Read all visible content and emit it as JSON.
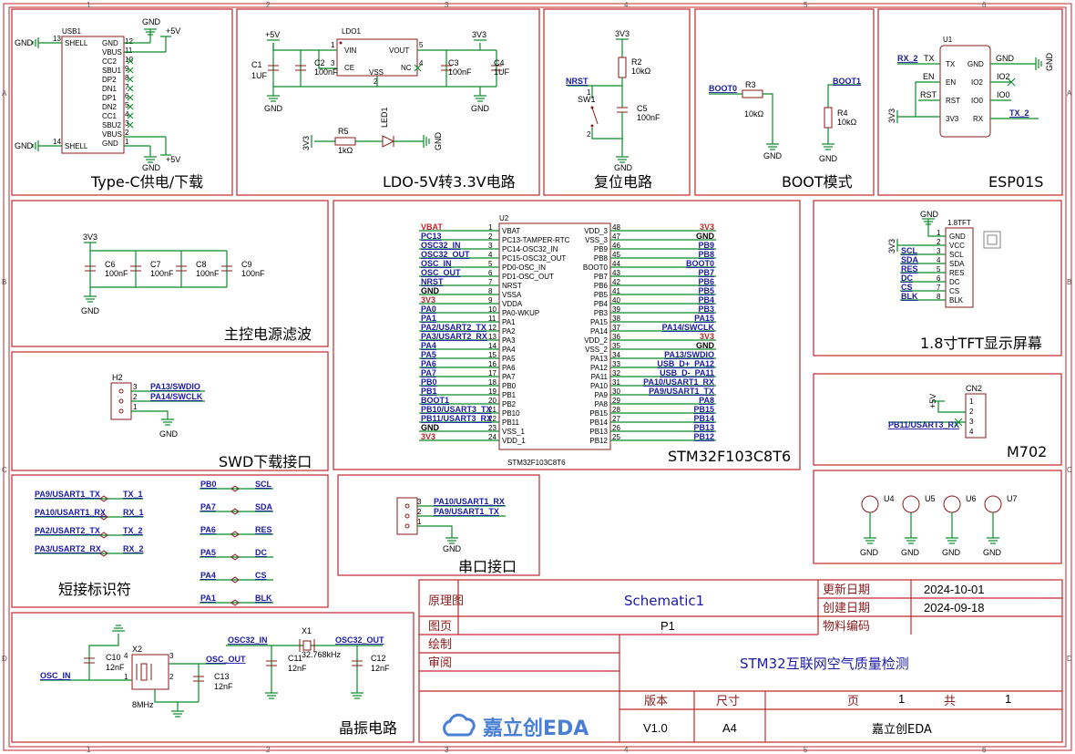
{
  "sheet": {
    "col_labels": [
      "1",
      "2",
      "3",
      "4",
      "5",
      "6"
    ],
    "row_labels": [
      "A",
      "B",
      "C",
      "D"
    ]
  },
  "blocks": {
    "typec": "Type-C供电/下载",
    "ldo": "LDO-5V转3.3V电路",
    "reset": "复位电路",
    "boot": "BOOT模式",
    "esp": "ESP01S",
    "filter": "主控电源滤波",
    "mcu": "STM32F103C8T6",
    "tft": "1.8寸TFT显示屏幕",
    "swd": "SWD下载接口",
    "m702": "M702",
    "shortcut": "短接标识符",
    "uart": "串口接口",
    "crystal": "晶振电路"
  },
  "typec": {
    "ref": "USB1",
    "left_pins": [
      "SHELL",
      "VBUS",
      "CC2",
      "SBU1",
      "DP2",
      "DN1",
      "DP1",
      "DN2",
      "CC1",
      "SBU2",
      "VBUS",
      "SHELL",
      "GND",
      "GND"
    ],
    "pin_nums": [
      "13",
      "12",
      "11",
      "10",
      "9",
      "8",
      "7",
      "6",
      "5",
      "4",
      "3",
      "2",
      "1",
      "14"
    ],
    "right_pins": [
      "GND",
      "VBUS",
      "CC2",
      "SBU1",
      "DP2",
      "DN1",
      "DP1",
      "DN2",
      "CC1",
      "SBU2",
      "VBUS",
      "GND"
    ],
    "gnd": "GND",
    "plus5": "+5V"
  },
  "ldo": {
    "ref": "LDO1",
    "pins": [
      "VIN",
      "CE",
      "VSS",
      "VOUT",
      "NC"
    ],
    "pin_nums": [
      "1",
      "3",
      "2",
      "5",
      "4"
    ],
    "c1": "C1",
    "c1v": "1UF",
    "c2": "C2",
    "c2v": "100nF",
    "c3": "C3",
    "c3v": "100nF",
    "c4": "C4",
    "c4v": "1UF",
    "r5": "R5",
    "r5v": "1kΩ",
    "led": "LED1",
    "plus5": "+5V",
    "v33": "3V3",
    "gnd": "GND"
  },
  "reset": {
    "v33": "3V3",
    "r2": "R2",
    "r2v": "10kΩ",
    "nrst": "NRST",
    "sw": "SW1",
    "c5": "C5",
    "c5v": "100nF",
    "gnd": "GND",
    "p1": "1",
    "p2": "2"
  },
  "boot": {
    "boot0": "BOOT0",
    "boot1": "BOOT1",
    "r3": "R3",
    "r3v": "10kΩ",
    "r4": "R4",
    "r4v": "10kΩ",
    "gnd": "GND"
  },
  "esp": {
    "ref": "U1",
    "left": [
      "TX",
      "EN",
      "RST",
      "3V3"
    ],
    "right": [
      "GND",
      "IO2",
      "IO0",
      "RX"
    ],
    "rx2": "RX_2",
    "tx2": "TX_2",
    "gnd": "GND",
    "v33": "3V3",
    "en": "EN",
    "rst": "RST",
    "io2": "IO2",
    "io0": "IO0"
  },
  "filter": {
    "v33": "3V3",
    "gnd": "GND",
    "caps": [
      {
        "ref": "C6",
        "val": "100nF"
      },
      {
        "ref": "C7",
        "val": "100nF"
      },
      {
        "ref": "C8",
        "val": "100nF"
      },
      {
        "ref": "C9",
        "val": "100nF"
      }
    ]
  },
  "mcu": {
    "ref": "U2",
    "part": "STM32F103C8T6",
    "left": [
      {
        "num": "1",
        "pin": "VBAT",
        "net": "VBAT",
        "color": "red"
      },
      {
        "num": "2",
        "pin": "PC13-TAMPER-RTC",
        "net": "PC13",
        "color": "blue"
      },
      {
        "num": "3",
        "pin": "PC14-OSC32_IN",
        "net": "OSC32_IN",
        "color": "blue"
      },
      {
        "num": "4",
        "pin": "PC15-OSC32_OUT",
        "net": "OSC32_OUT",
        "color": "blue"
      },
      {
        "num": "5",
        "pin": "PD0-OSC_IN",
        "net": "OSC_IN",
        "color": "blue"
      },
      {
        "num": "6",
        "pin": "PD1-OSC_OUT",
        "net": "OSC_OUT",
        "color": "blue"
      },
      {
        "num": "7",
        "pin": "NRST",
        "net": "NRST",
        "color": "blue"
      },
      {
        "num": "8",
        "pin": "VSSA",
        "net": "GND",
        "color": "black"
      },
      {
        "num": "9",
        "pin": "VDDA",
        "net": "3V3",
        "color": "red"
      },
      {
        "num": "10",
        "pin": "PA0-WKUP",
        "net": "PA0",
        "color": "blue"
      },
      {
        "num": "11",
        "pin": "PA1",
        "net": "PA1",
        "color": "blue"
      },
      {
        "num": "12",
        "pin": "PA2",
        "net": "PA2/USART2_TX",
        "color": "blue"
      },
      {
        "num": "13",
        "pin": "PA3",
        "net": "PA3/USART2_RX",
        "color": "blue"
      },
      {
        "num": "14",
        "pin": "PA4",
        "net": "PA4",
        "color": "blue"
      },
      {
        "num": "15",
        "pin": "PA5",
        "net": "PA5",
        "color": "blue"
      },
      {
        "num": "16",
        "pin": "PA6",
        "net": "PA6",
        "color": "blue"
      },
      {
        "num": "17",
        "pin": "PA7",
        "net": "PA7",
        "color": "blue"
      },
      {
        "num": "18",
        "pin": "PB0",
        "net": "PB0",
        "color": "blue"
      },
      {
        "num": "19",
        "pin": "PB1",
        "net": "PB1",
        "color": "blue"
      },
      {
        "num": "20",
        "pin": "PB2",
        "net": "BOOT1",
        "color": "blue"
      },
      {
        "num": "21",
        "pin": "PB10",
        "net": "PB10/USART3_TX",
        "color": "blue"
      },
      {
        "num": "22",
        "pin": "PB11",
        "net": "PB11/USART3_RX",
        "color": "blue"
      },
      {
        "num": "23",
        "pin": "VSS_1",
        "net": "GND",
        "color": "black"
      },
      {
        "num": "24",
        "pin": "VDD_1",
        "net": "3V3",
        "color": "red"
      }
    ],
    "right": [
      {
        "num": "48",
        "pin": "VDD_3",
        "net": "3V3",
        "color": "red"
      },
      {
        "num": "47",
        "pin": "VSS_3",
        "net": "GND",
        "color": "black"
      },
      {
        "num": "46",
        "pin": "PB9",
        "net": "PB9",
        "color": "blue"
      },
      {
        "num": "45",
        "pin": "PB8",
        "net": "PB8",
        "color": "blue"
      },
      {
        "num": "44",
        "pin": "BOOT0",
        "net": "BOOT0",
        "color": "blue"
      },
      {
        "num": "43",
        "pin": "PB7",
        "net": "PB7",
        "color": "blue"
      },
      {
        "num": "42",
        "pin": "PB6",
        "net": "PB6",
        "color": "blue"
      },
      {
        "num": "41",
        "pin": "PB5",
        "net": "PB5",
        "color": "blue"
      },
      {
        "num": "40",
        "pin": "PB4",
        "net": "PB4",
        "color": "blue"
      },
      {
        "num": "39",
        "pin": "PB3",
        "net": "PB3",
        "color": "blue"
      },
      {
        "num": "38",
        "pin": "PA15",
        "net": "PA15",
        "color": "blue"
      },
      {
        "num": "37",
        "pin": "PA14",
        "net": "PA14/SWCLK",
        "color": "blue"
      },
      {
        "num": "36",
        "pin": "VDD_2",
        "net": "3V3",
        "color": "red"
      },
      {
        "num": "35",
        "pin": "VSS_2",
        "net": "GND",
        "color": "black"
      },
      {
        "num": "34",
        "pin": "PA13",
        "net": "PA13/SWDIO",
        "color": "blue"
      },
      {
        "num": "33",
        "pin": "PA12",
        "net": "USB_D+_PA12",
        "color": "blue"
      },
      {
        "num": "32",
        "pin": "PA11",
        "net": "USB_D-_PA11",
        "color": "blue"
      },
      {
        "num": "31",
        "pin": "PA10",
        "net": "PA10/USART1_RX",
        "color": "blue"
      },
      {
        "num": "30",
        "pin": "PA9",
        "net": "PA9/USART1_TX",
        "color": "blue"
      },
      {
        "num": "29",
        "pin": "PA8",
        "net": "PA8",
        "color": "blue"
      },
      {
        "num": "28",
        "pin": "PB15",
        "net": "PB15",
        "color": "blue"
      },
      {
        "num": "27",
        "pin": "PB14",
        "net": "PB14",
        "color": "blue"
      },
      {
        "num": "26",
        "pin": "PB13",
        "net": "PB13",
        "color": "blue"
      },
      {
        "num": "25",
        "pin": "PB12",
        "net": "PB12",
        "color": "blue"
      }
    ]
  },
  "tft": {
    "gnd": "GND",
    "label": "1.8TFT",
    "v33": "3V3",
    "pins": [
      {
        "num": "1",
        "name": "GND",
        "net": ""
      },
      {
        "num": "2",
        "name": "VCC",
        "net": ""
      },
      {
        "num": "3",
        "name": "SCL",
        "net": "SCL"
      },
      {
        "num": "4",
        "name": "SDA",
        "net": "SDA"
      },
      {
        "num": "5",
        "name": "RES",
        "net": "RES"
      },
      {
        "num": "6",
        "name": "DC",
        "net": "DC"
      },
      {
        "num": "7",
        "name": "CS",
        "net": "CS"
      },
      {
        "num": "8",
        "name": "BLK",
        "net": "BLK"
      }
    ]
  },
  "swd": {
    "ref": "H2",
    "nets": [
      {
        "num": "3",
        "net": "PA13/SWDIO"
      },
      {
        "num": "2",
        "net": "PA14/SWCLK"
      },
      {
        "num": "1",
        "net": ""
      }
    ],
    "gnd": "GND"
  },
  "m702": {
    "ref": "CN2",
    "v5": "+5V",
    "net": "PB11/USART3_RX",
    "pins": [
      "1",
      "2",
      "3",
      "4"
    ]
  },
  "mounts": {
    "items": [
      "U4",
      "U5",
      "U6",
      "U7"
    ],
    "gnd": "GND"
  },
  "shortcut": {
    "pairs": [
      {
        "a": "PA9/USART1_TX",
        "b": "TX_1"
      },
      {
        "a": "PA10/USART1_RX",
        "b": "RX_1"
      },
      {
        "a": "PA2/USART2_TX",
        "b": "TX_2"
      },
      {
        "a": "PA3/USART2_RX",
        "b": "RX_2"
      }
    ],
    "pairs2": [
      {
        "a": "PB0",
        "b": "SCL"
      },
      {
        "a": "PA7",
        "b": "SDA"
      },
      {
        "a": "PA6",
        "b": "RES"
      },
      {
        "a": "PA5",
        "b": "DC"
      },
      {
        "a": "PA4",
        "b": "CS"
      },
      {
        "a": "PA1",
        "b": "BLK"
      }
    ]
  },
  "uart": {
    "nets": [
      {
        "num": "3",
        "net": "PA10/USART1_RX"
      },
      {
        "num": "2",
        "net": "PA9/USART1_TX"
      },
      {
        "num": "1",
        "net": ""
      }
    ],
    "gnd": "GND"
  },
  "crystal": {
    "x2": "X2",
    "x2v": "8MHz",
    "c10": "C10",
    "c10v": "12nF",
    "c13": "C13",
    "c13v": "12nF",
    "osc_in": "OSC_IN",
    "osc_out": "OSC_OUT",
    "x1": "X1",
    "x1v": "32.768kHz",
    "c11": "C11",
    "c11v": "12nF",
    "c12": "C12",
    "c12v": "12nF",
    "osc32_in": "OSC32_IN",
    "osc32_out": "OSC32_OUT",
    "pin1": "1",
    "pin2": "2",
    "pin3": "3",
    "pin4": "4"
  },
  "titleblock": {
    "l_schematic": "原理图",
    "v_schematic": "Schematic1",
    "l_page": "图页",
    "v_page": "P1",
    "l_draw": "绘制",
    "l_review": "审阅",
    "project": "STM32互联网空气质量检测",
    "l_update": "更新日期",
    "v_update": "2024-10-01",
    "l_create": "创建日期",
    "v_create": "2024-09-18",
    "l_material": "物料编码",
    "l_version": "版本",
    "l_size": "尺寸",
    "l_pagenum": "页",
    "v_pagenum": "1",
    "l_total": "共",
    "v_total": "1",
    "v_version": "V1.0",
    "v_size": "A4",
    "company": "嘉立创EDA",
    "logo": "嘉立创EDA"
  }
}
